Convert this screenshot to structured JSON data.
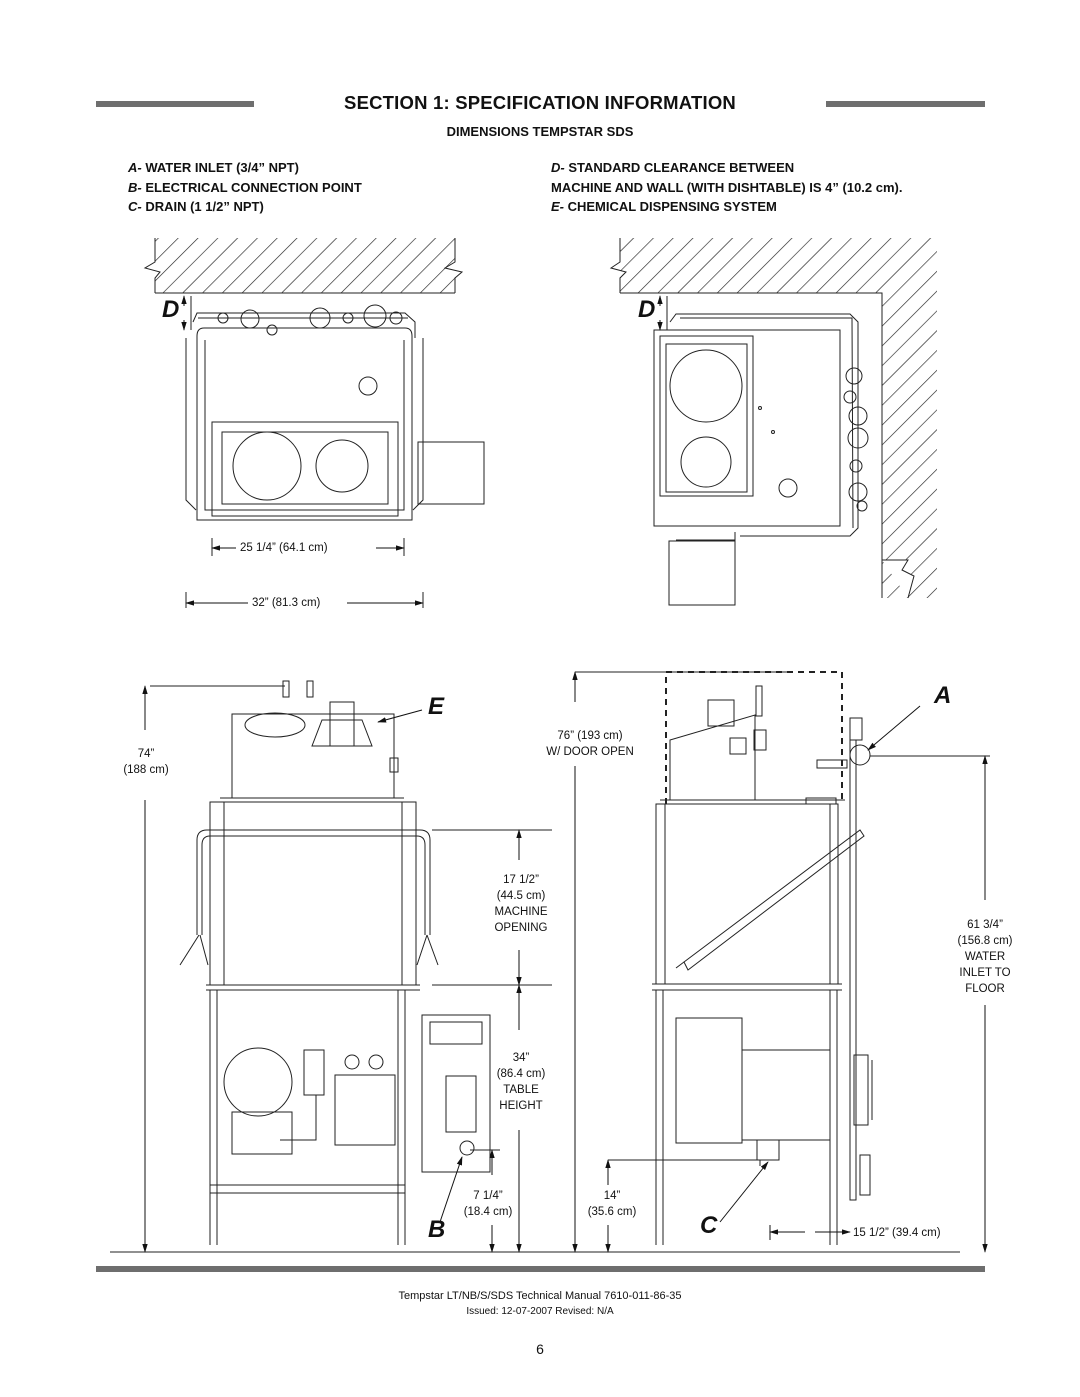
{
  "header": {
    "title": "SECTION 1: SPECIFICATION INFORMATION",
    "subtitle": "DIMENSIONS TEMPSTAR SDS"
  },
  "legend_left": [
    {
      "key": "A-",
      "text": " WATER INLET (3/4” NPT)"
    },
    {
      "key": "B-",
      "text": " ELECTRICAL CONNECTION POINT"
    },
    {
      "key": "C-",
      "text": " DRAIN (1 1/2” NPT)"
    }
  ],
  "legend_right": [
    {
      "key": "D-",
      "text": " STANDARD CLEARANCE BETWEEN"
    },
    {
      "key": "",
      "text": "MACHINE AND WALL (WITH DISHTABLE) IS 4” (10.2 cm)."
    },
    {
      "key": "E-",
      "text": " CHEMICAL DISPENSING SYSTEM"
    }
  ],
  "callouts": {
    "a": "A",
    "b": "B",
    "c": "C",
    "d_left": "D",
    "d_right": "D",
    "e": "E"
  },
  "dimensions": {
    "inner_width": "25 1/4” (64.1 cm)",
    "outer_width": "32” (81.3 cm)",
    "height_74_a": "74”",
    "height_74_b": "(188 cm)",
    "door_open_a": "76” (193 cm)",
    "door_open_b": "W/ DOOR OPEN",
    "opening_a": "17 1/2”",
    "opening_b": "(44.5 cm)",
    "opening_c": "MACHINE",
    "opening_d": "OPENING",
    "table_a": "34”",
    "table_b": "(86.4 cm)",
    "table_c": "TABLE",
    "table_d": "HEIGHT",
    "elec_a": "7 1/4”",
    "elec_b": "(18.4 cm)",
    "drain_a": "14”",
    "drain_b": "(35.6 cm)",
    "inlet_a": "61 3/4”",
    "inlet_b": "(156.8 cm)",
    "inlet_c": "WATER",
    "inlet_d": "INLET TO",
    "inlet_e": "FLOOR",
    "drain_offset": "15 1/2” (39.4 cm)"
  },
  "footer": {
    "manual": "Tempstar LT/NB/S/SDS Technical Manual 7610-011-86-35",
    "issued": "Issued: 12-07-2007  Revised: N/A",
    "page": "6"
  }
}
